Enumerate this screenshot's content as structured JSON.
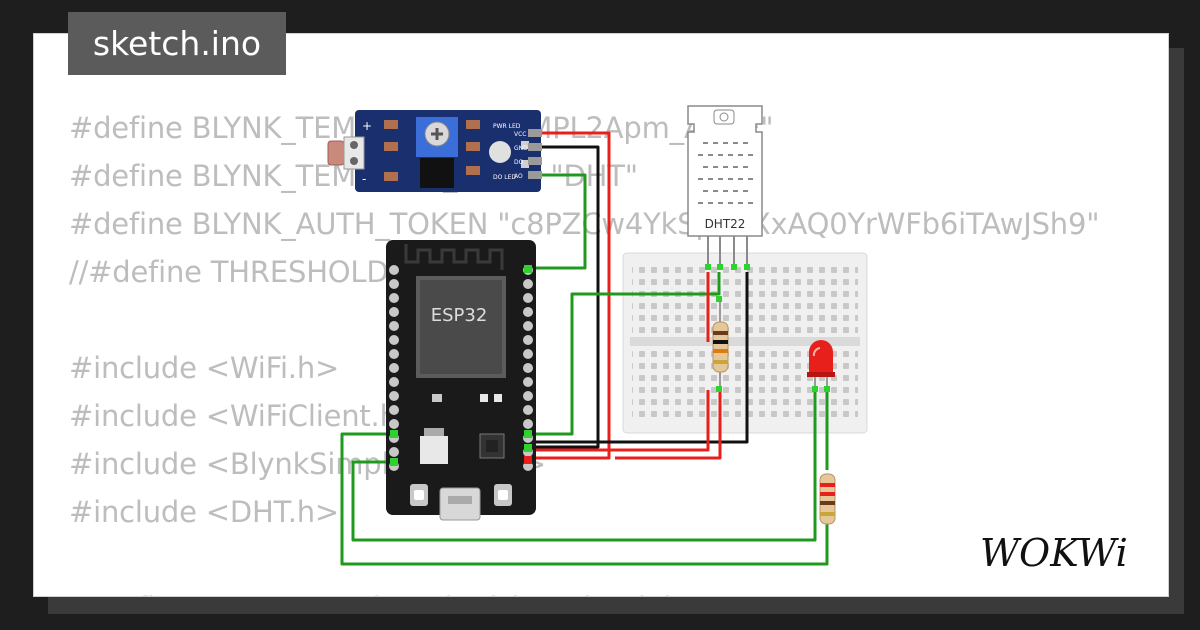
{
  "project": {
    "file_name": "sketch.ino"
  },
  "code_lines": [
    "#define BLYNK_TEMPLATE_ID \"TMPL2Apm_AUTE\"",
    "#define BLYNK_TEMPLATE_NAME \"DHT\"",
    "#define BLYNK_AUTH_TOKEN \"c8PZCw4YkSpVYXxAQ0YrWFb6iTAwJSh9\"",
    "//#define THRESHOLD 2000",
    "",
    "#include <WiFi.h>",
    "#include <WiFiClient.h>",
    "#include <BlynkSimpleEsp32.h>",
    "#include <DHT.h>",
    "",
    "// Define your network and WiFi credentials"
  ],
  "components": {
    "ldr_module": {
      "pins": [
        "VCC",
        "GND",
        "DO",
        "AO"
      ],
      "leds": [
        "PWR LED",
        "DO LED"
      ],
      "pot_marks": [
        "+",
        "-"
      ]
    },
    "esp32": {
      "label": "ESP32"
    },
    "dht22": {
      "label": "DHT22"
    }
  },
  "branding": {
    "logo_text": "WOKWi"
  },
  "colors": {
    "wire_red": "#e8201c",
    "wire_black": "#111111",
    "wire_green": "#1f9a1f",
    "board": "#1a1a1a",
    "module": "#1a2f6e",
    "led": "#e8201c"
  }
}
